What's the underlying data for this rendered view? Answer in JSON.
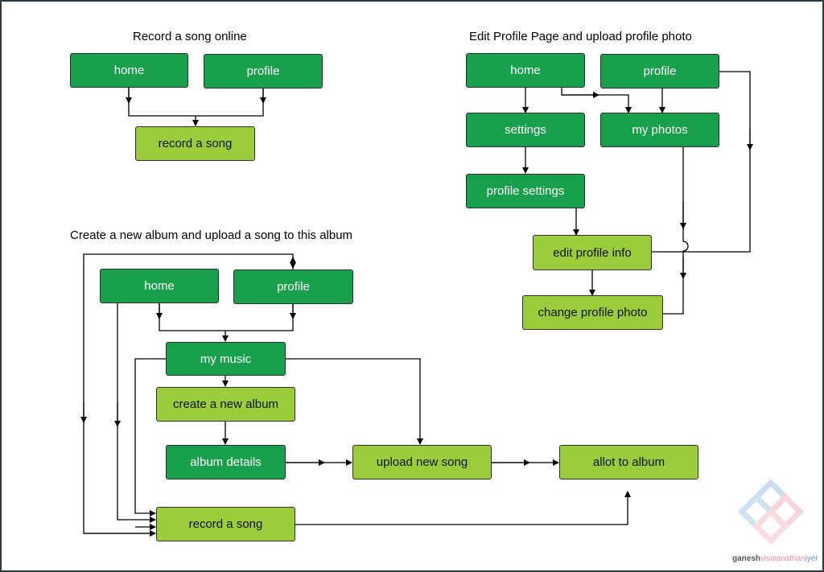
{
  "colors": {
    "dark_node": "#18a04d",
    "light_node": "#9bcc3b",
    "edge": "#000000",
    "border": "#2b3a44"
  },
  "diagram1": {
    "title": "Record a song online",
    "home": "home",
    "profile": "profile",
    "record_song": "record a song"
  },
  "diagram2": {
    "title": "Edit Profile Page and upload profile photo",
    "home": "home",
    "profile": "profile",
    "settings": "settings",
    "my_photos": "my photos",
    "profile_settings": "profile settings",
    "edit_profile_info": "edit profile info",
    "change_profile_photo": "change profile photo"
  },
  "diagram3": {
    "title": "Create a new album and upload a song to this album",
    "home": "home",
    "profile": "profile",
    "my_music": "my music",
    "create_album": "create a new album",
    "album_details": "album details",
    "upload_song": "upload new song",
    "allot_album": "allot to album",
    "record_song": "record a song"
  },
  "watermark": {
    "part1": "ganesh",
    "part2": "viswanathan",
    "part3": "iyer"
  }
}
